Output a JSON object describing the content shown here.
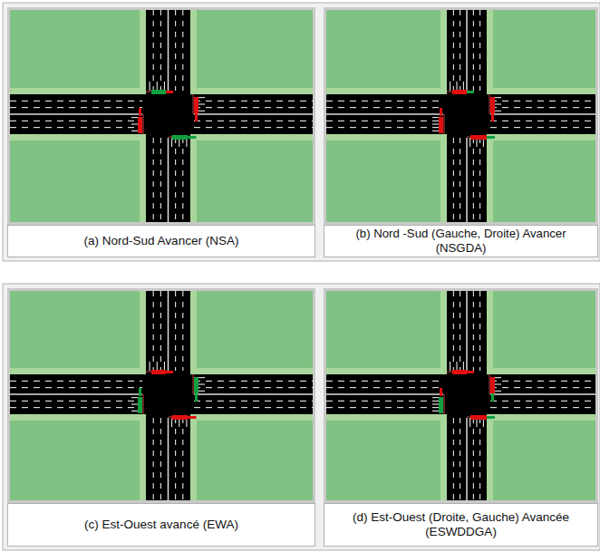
{
  "diagram": {
    "labels": [
      "(a) Nord-Sud Avancer (NSA)",
      "(b) Nord -Sud (Gauche, Droite) Avancer (NSGDA)",
      "(c) Est-Ouest avancé (EWA)",
      "(d) Est-Ouest (Droite, Gauche) Avancée (ESWDDGA)"
    ]
  }
}
